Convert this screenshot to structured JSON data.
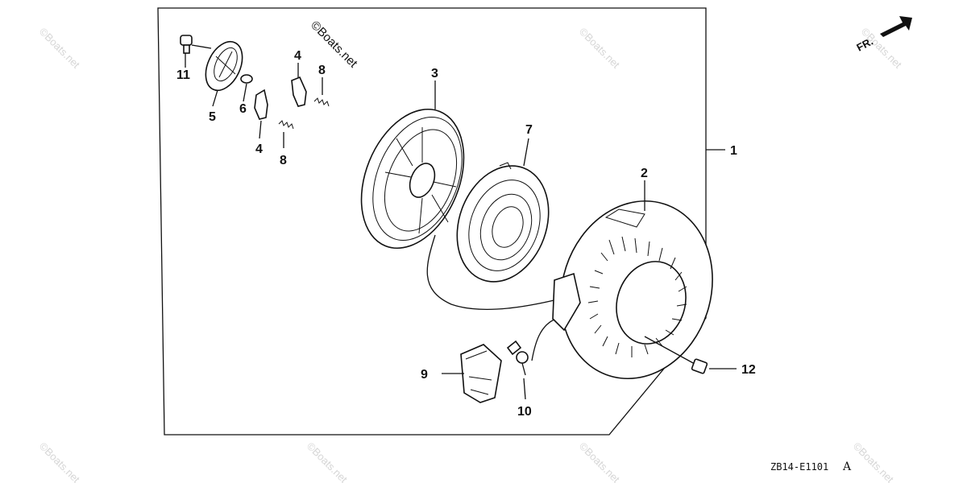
{
  "diagram": {
    "copyright": "©Boats.net",
    "watermark": "©Boats.net",
    "front_marker": "FR.",
    "diagram_code": "ZB14-E1101",
    "revision": "A",
    "callouts": [
      "1",
      "2",
      "3",
      "4",
      "4",
      "5",
      "6",
      "7",
      "8",
      "8",
      "9",
      "10",
      "11",
      "12"
    ]
  }
}
